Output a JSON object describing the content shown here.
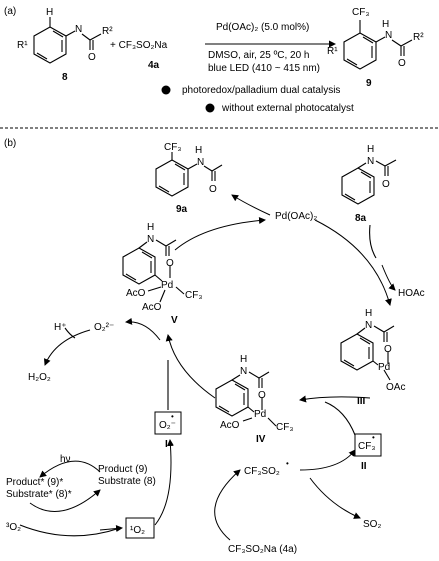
{
  "part_a": {
    "label": "(a)",
    "reactant_r1": "R¹",
    "reactant_h": "H",
    "reactant_n": "N",
    "reactant_o": "O",
    "reactant_r2": "R²",
    "reactant_id": "8",
    "plus_reagent": "+ CF₃SO₂Na",
    "reagent_id": "4a",
    "catalyst": "Pd(OAc)₂ (5.0 mol%)",
    "conditions": "DMSO, air, 25 ºC, 20 h",
    "light": "blue LED (410 ~ 415 nm)",
    "bullet_1": "photoredox/palladium dual catalysis",
    "bullet_2": "without external photocatalyst",
    "product_cf3": "CF₃",
    "product_r1": "R¹",
    "product_h": "H",
    "product_n": "N",
    "product_o": "O",
    "product_r2": "R²",
    "product_id": "9"
  },
  "part_b": {
    "label": "(b)",
    "cmpd_9a_cf3": "CF₃",
    "cmpd_9a_h": "H",
    "cmpd_9a_n": "N",
    "cmpd_9a_o": "O",
    "cmpd_9a_id": "9a",
    "pd_oac2": "Pd(OAc)₂",
    "cmpd_8a_h": "H",
    "cmpd_8a_n": "N",
    "cmpd_8a_o": "O",
    "cmpd_8a_id": "8a",
    "hoac": "HOAc",
    "v_h": "H",
    "v_n": "N",
    "v_o": "O",
    "v_pd": "Pd",
    "v_aco1": "AcO",
    "v_aco2": "AcO",
    "v_cf3": "CF₃",
    "v_id": "V",
    "iii_h": "H",
    "iii_n": "N",
    "iii_o": "O",
    "iii_pd": "Pd",
    "iii_oac": "OAc",
    "iii_id": "III",
    "iv_h": "H",
    "iv_n": "N",
    "iv_o": "O",
    "iv_pd": "Pd",
    "iv_aco": "AcO",
    "iv_cf3": "CF₃",
    "iv_id": "IV",
    "h_plus": "H⁺",
    "o2_2minus": "O₂²⁻",
    "h2o2": "H₂O₂",
    "superoxide": "O₂⁻",
    "superoxide_dot": "•",
    "superoxide_id": "I",
    "cf3_radical": "CF₃",
    "cf3_dot": "•",
    "cf3_id": "II",
    "hv": "hν",
    "excited_1": "Product* (9)*",
    "excited_2": "Substrate* (8)*",
    "ground_1": "Product (9)",
    "ground_2": "Substrate (8)",
    "triplet_o2": "³O₂",
    "singlet_o2": "¹O₂",
    "cf3so2_radical": "CF₃SO₂",
    "cf3so2_dot": "•",
    "so2": "SO₂",
    "reagent_full": "CF₃SO₂Na (4a)"
  }
}
